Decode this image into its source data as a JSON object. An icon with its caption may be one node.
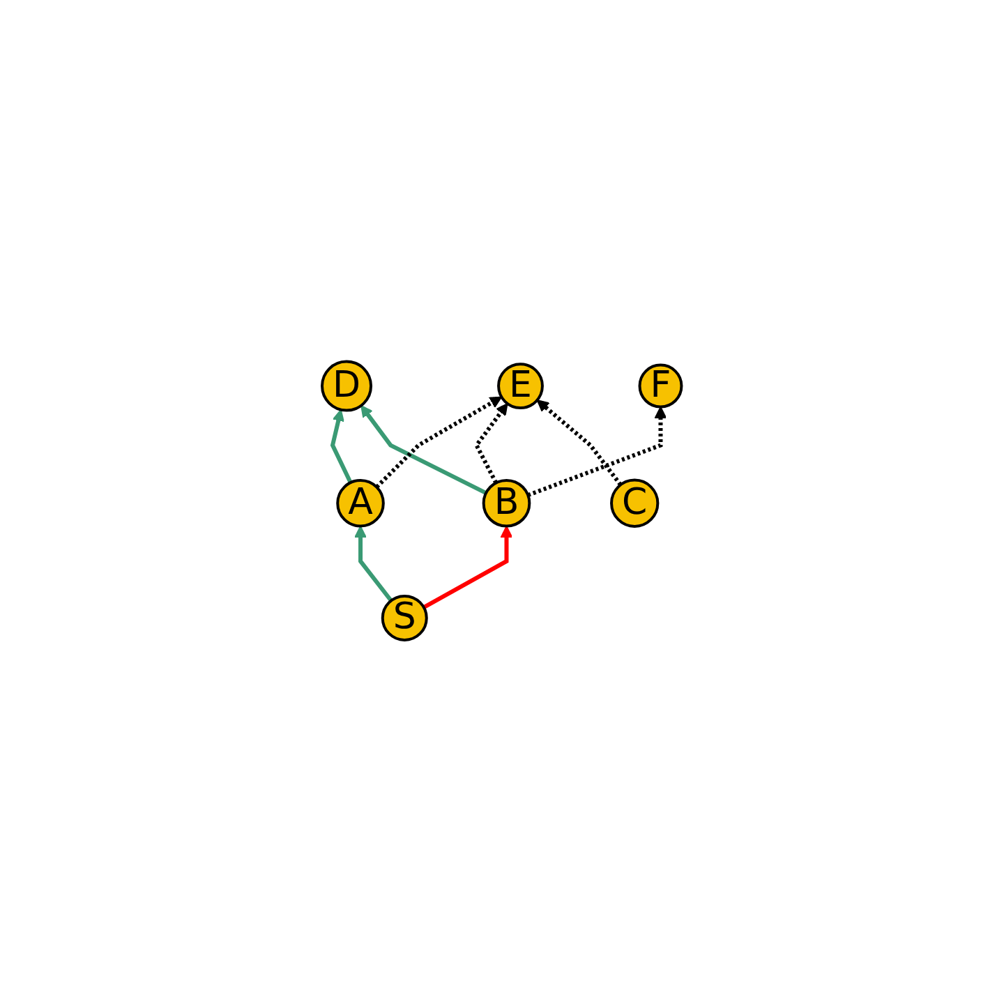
{
  "diagram": {
    "nodes": [
      {
        "text": [
          "D"
        ]
      },
      {
        "text": [
          "E"
        ]
      },
      {
        "text": [
          "F"
        ]
      },
      {
        "text": [
          "A"
        ]
      },
      {
        "text": [
          "B"
        ]
      },
      {
        "text": [
          "C"
        ]
      },
      {
        "text": [
          "S"
        ]
      }
    ],
    "edges": [
      {
        "from": 3,
        "to": 0,
        "arrow": "to",
        "color": "#3a9a74"
      },
      {
        "from": 4,
        "to": 0,
        "arrow": "to",
        "color": "#3a9a74"
      },
      {
        "from": 3,
        "to": 1,
        "arrow": "to",
        "style": "dashed"
      },
      {
        "from": 4,
        "to": 1,
        "arrow": "to",
        "style": "dashed"
      },
      {
        "from": 4,
        "to": 2,
        "arrow": "to",
        "style": "dashed"
      },
      {
        "from": 5,
        "to": 1,
        "arrow": "to",
        "style": "dashed"
      },
      {
        "from": 6,
        "to": 3,
        "arrow": "to",
        "color": "#3a9a74"
      },
      {
        "from": 6,
        "to": 4,
        "arrow": "to",
        "color": "#ff0000"
      }
    ]
  }
}
